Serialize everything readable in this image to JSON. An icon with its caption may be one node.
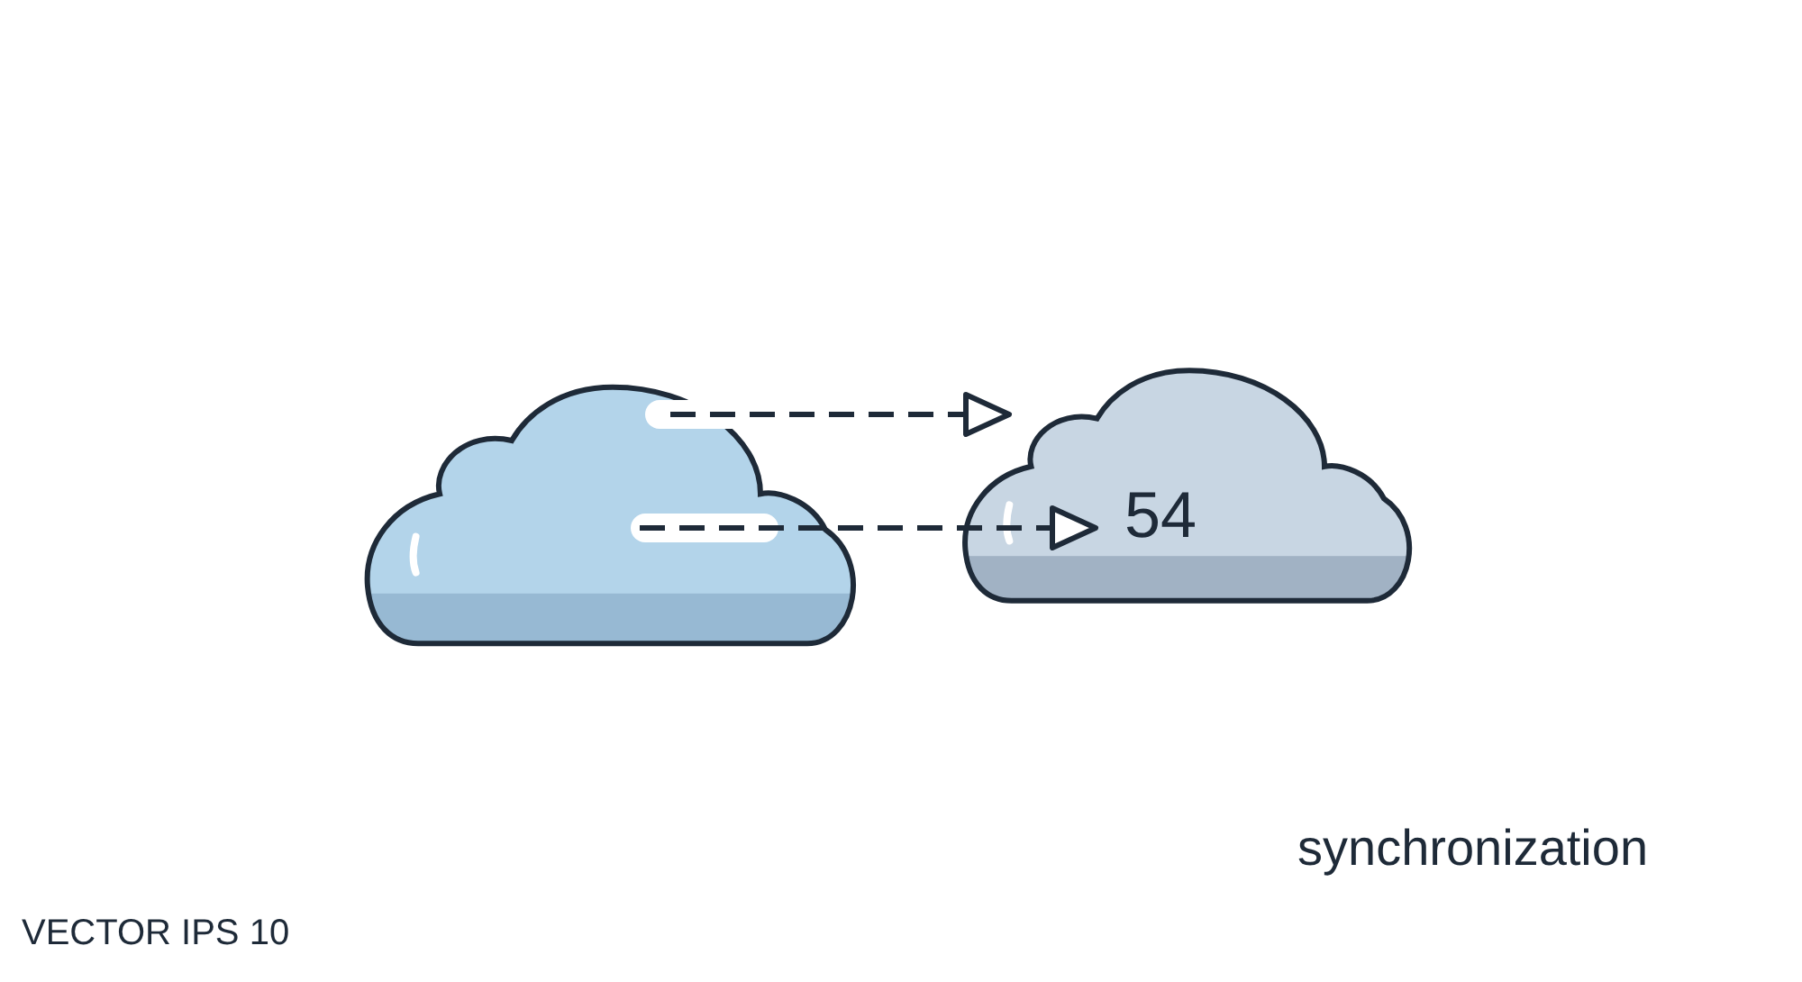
{
  "diagram": {
    "nodes": [
      {
        "text": [],
        "shape": "cloud"
      },
      {
        "text": [
          "54"
        ]
      }
    ],
    "edges": [
      {
        "from": 0,
        "to": 1,
        "arrow": "to",
        "style": "dashed"
      },
      {
        "from": 0,
        "to": 1,
        "arrow": "to",
        "style": "dashed"
      }
    ],
    "labels": [
      "synchronization",
      "VECTOR IPS 10"
    ]
  }
}
